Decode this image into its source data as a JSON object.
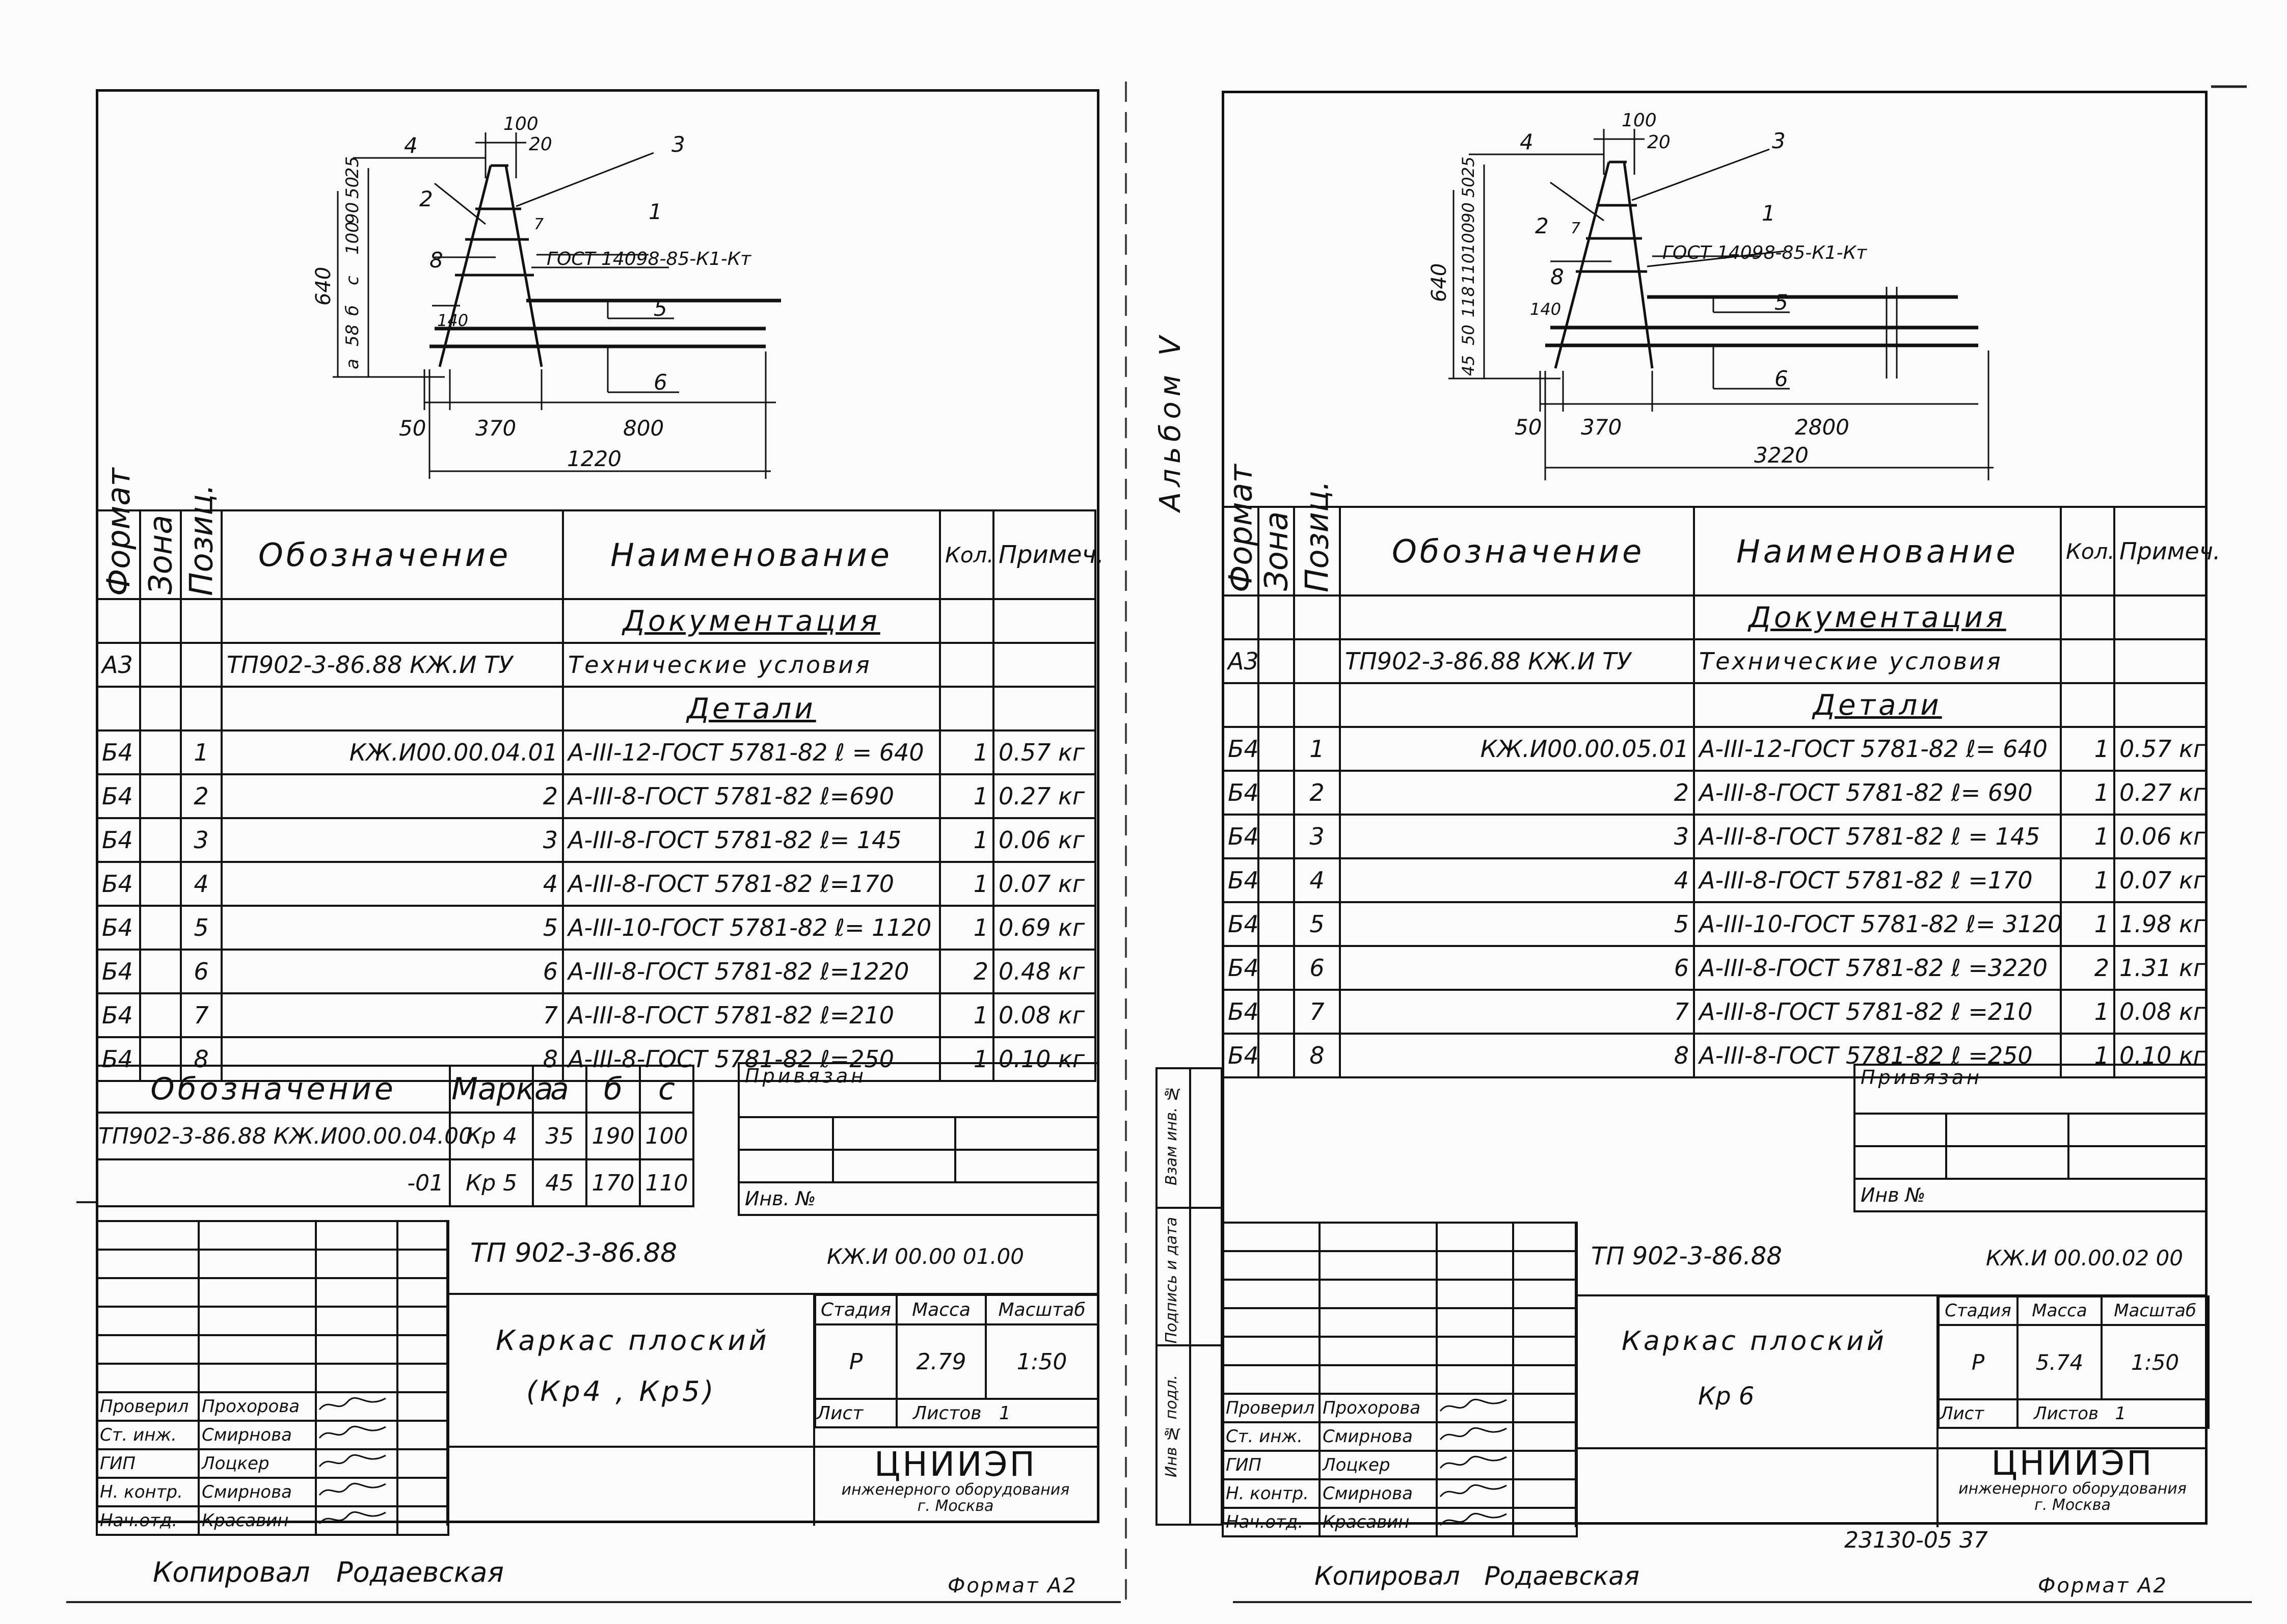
{
  "album_label": "Альбом V",
  "side_stamp": {
    "fields": [
      "Взам инв. №",
      "Подпись и дата",
      "Инв № подл."
    ]
  },
  "columns": {
    "format": "Формат",
    "zone": "Зона",
    "pos": "Позиц.",
    "designation": "Обозначение",
    "name": "Наименование",
    "qty": "Кол.",
    "note": "Примеч."
  },
  "variant_headers": {
    "designation": "Обозначение",
    "mark": "Марка",
    "a": "a",
    "b": "б",
    "c": "c"
  },
  "sheets": [
    {
      "drawing": {
        "callouts": [
          "1",
          "2",
          "3",
          "4",
          "5",
          "6",
          "7",
          "8"
        ],
        "gost_label": "ГОСТ 14098-85-К1-Кт",
        "dims_top": [
          "100",
          "20"
        ],
        "dims_vertical": [
          "640",
          "a",
          "58",
          "б",
          "c",
          "100",
          "90",
          "50",
          "25"
        ],
        "dims_small": "140",
        "dims_bottom": [
          "50",
          "370",
          "800"
        ],
        "dim_total": "1220"
      },
      "sections": {
        "docs": "Документация",
        "details": "Детали"
      },
      "doc_row": {
        "format": "А3",
        "designation": "ТП902-3-86.88  КЖ.И  ТУ",
        "name": "Технические условия"
      },
      "rows": [
        {
          "format": "Б4",
          "pos": "1",
          "designation": "КЖ.И00.00.04.01",
          "name": "А-III-12-ГОСТ 5781-82  ℓ = 640",
          "qty": "1",
          "note": "0.57 кг"
        },
        {
          "format": "Б4",
          "pos": "2",
          "designation": "2",
          "name": "А-III-8-ГОСТ 5781-82  ℓ=690",
          "qty": "1",
          "note": "0.27 кг"
        },
        {
          "format": "Б4",
          "pos": "3",
          "designation": "3",
          "name": "А-III-8-ГОСТ 5781-82  ℓ= 145",
          "qty": "1",
          "note": "0.06 кг"
        },
        {
          "format": "Б4",
          "pos": "4",
          "designation": "4",
          "name": "А-III-8-ГОСТ 5781-82  ℓ=170",
          "qty": "1",
          "note": "0.07 кг"
        },
        {
          "format": "Б4",
          "pos": "5",
          "designation": "5",
          "name": "А-III-10-ГОСТ 5781-82  ℓ= 1120",
          "qty": "1",
          "note": "0.69 кг"
        },
        {
          "format": "Б4",
          "pos": "6",
          "designation": "6",
          "name": "А-III-8-ГОСТ 5781-82  ℓ=1220",
          "qty": "2",
          "note": "0.48 кг"
        },
        {
          "format": "Б4",
          "pos": "7",
          "designation": "7",
          "name": "А-III-8-ГОСТ 5781-82  ℓ=210",
          "qty": "1",
          "note": "0.08 кг"
        },
        {
          "format": "Б4",
          "pos": "8",
          "designation": "8",
          "name": "А-III-8-ГОСТ 5781-82  ℓ=250",
          "qty": "1",
          "note": "0.10 кг"
        }
      ],
      "variants": [
        {
          "designation": "ТП902-3-86.88  КЖ.И00.00.04.00",
          "mark": "Кр 4",
          "a": "35",
          "b": "190",
          "c": "100"
        },
        {
          "designation": "-01",
          "mark": "Кр 5",
          "a": "45",
          "b": "170",
          "c": "110"
        }
      ],
      "binding": {
        "title": "Привязан",
        "inv": "Инв. №"
      },
      "title_block": {
        "project": "ТП 902-3-86.88",
        "code": "КЖ.И 00.00 01.00",
        "title_line1": "Каркас плоский",
        "title_line2": "(Кр4 ,  Кр5)",
        "stage_label": "Стадия",
        "mass_label": "Масса",
        "scale_label": "Масштаб",
        "stage": "Р",
        "mass": "2.79",
        "scale": "1:50",
        "sheet_label": "Лист",
        "sheets_label": "Листов",
        "sheets_count": "1",
        "org_line1": "ЦНИИЭП",
        "org_line2": "инженерного оборудования",
        "org_line3": "г. Москва",
        "signatures": [
          {
            "role": "Проверил",
            "name": "Прохорова"
          },
          {
            "role": "Ст. инж.",
            "name": "Смирнова"
          },
          {
            "role": "ГИП",
            "name": "Лоцкер"
          },
          {
            "role": "Н. контр.",
            "name": "Смирнова"
          },
          {
            "role": "Нач.отд.",
            "name": "Красавин"
          }
        ]
      },
      "footer": {
        "copied": "Копировал",
        "copier": "Родаевская",
        "format": "Формат А2"
      }
    },
    {
      "drawing": {
        "callouts": [
          "1",
          "2",
          "3",
          "4",
          "5",
          "6",
          "7",
          "8"
        ],
        "gost_label": "ГОСТ 14098-85-К1-Кт",
        "dims_top": [
          "100",
          "20"
        ],
        "dims_vertical": [
          "640",
          "45",
          "50",
          "118",
          "110",
          "100",
          "90",
          "50",
          "25"
        ],
        "dims_small": "140",
        "dims_bottom": [
          "50",
          "370",
          "2800"
        ],
        "dim_total": "3220"
      },
      "sections": {
        "docs": "Документация",
        "details": "Детали"
      },
      "doc_row": {
        "format": "А3",
        "designation": "ТП902-3-86.88  КЖ.И  ТУ",
        "name": "Технические условия"
      },
      "rows": [
        {
          "format": "Б4",
          "pos": "1",
          "designation": "КЖ.И00.00.05.01",
          "name": "А-III-12-ГОСТ 5781-82  ℓ= 640",
          "qty": "1",
          "note": "0.57 кг"
        },
        {
          "format": "Б4",
          "pos": "2",
          "designation": "2",
          "name": "А-III-8-ГОСТ 5781-82  ℓ= 690",
          "qty": "1",
          "note": "0.27 кг"
        },
        {
          "format": "Б4",
          "pos": "3",
          "designation": "3",
          "name": "А-III-8-ГОСТ 5781-82  ℓ = 145",
          "qty": "1",
          "note": "0.06 кг"
        },
        {
          "format": "Б4",
          "pos": "4",
          "designation": "4",
          "name": "А-III-8-ГОСТ 5781-82  ℓ =170",
          "qty": "1",
          "note": "0.07 кг"
        },
        {
          "format": "Б4",
          "pos": "5",
          "designation": "5",
          "name": "А-III-10-ГОСТ 5781-82  ℓ= 3120",
          "qty": "1",
          "note": "1.98 кг"
        },
        {
          "format": "Б4",
          "pos": "6",
          "designation": "6",
          "name": "А-III-8-ГОСТ 5781-82  ℓ =3220",
          "qty": "2",
          "note": "1.31 кг"
        },
        {
          "format": "Б4",
          "pos": "7",
          "designation": "7",
          "name": "А-III-8-ГОСТ 5781-82  ℓ =210",
          "qty": "1",
          "note": "0.08 кг"
        },
        {
          "format": "Б4",
          "pos": "8",
          "designation": "8",
          "name": "А-III-8-ГОСТ 5781-82  ℓ =250",
          "qty": "1",
          "note": "0.10 кг"
        }
      ],
      "binding": {
        "title": "Привязан",
        "inv": "Инв №"
      },
      "title_block": {
        "project": "ТП 902-3-86.88",
        "code": "КЖ.И 00.00.02 00",
        "title_line1": "Каркас плоский",
        "title_line2": "Кр 6",
        "stage_label": "Стадия",
        "mass_label": "Масса",
        "scale_label": "Масштаб",
        "stage": "Р",
        "mass": "5.74",
        "scale": "1:50",
        "sheet_label": "Лист",
        "sheets_label": "Листов",
        "sheets_count": "1",
        "org_line1": "ЦНИИЭП",
        "org_line2": "инженерного оборудования",
        "org_line3": "г. Москва",
        "signatures": [
          {
            "role": "Проверил",
            "name": "Прохорова"
          },
          {
            "role": "Ст. инж.",
            "name": "Смирнова"
          },
          {
            "role": "ГИП",
            "name": "Лоцкер"
          },
          {
            "role": "Н. контр.",
            "name": "Смирнова"
          },
          {
            "role": "Нач.отд.",
            "name": "Красавин"
          }
        ]
      },
      "sheet_number": "23130-05   37",
      "footer": {
        "copied": "Копировал",
        "copier": "Родаевская",
        "format": "Формат А2"
      }
    }
  ]
}
